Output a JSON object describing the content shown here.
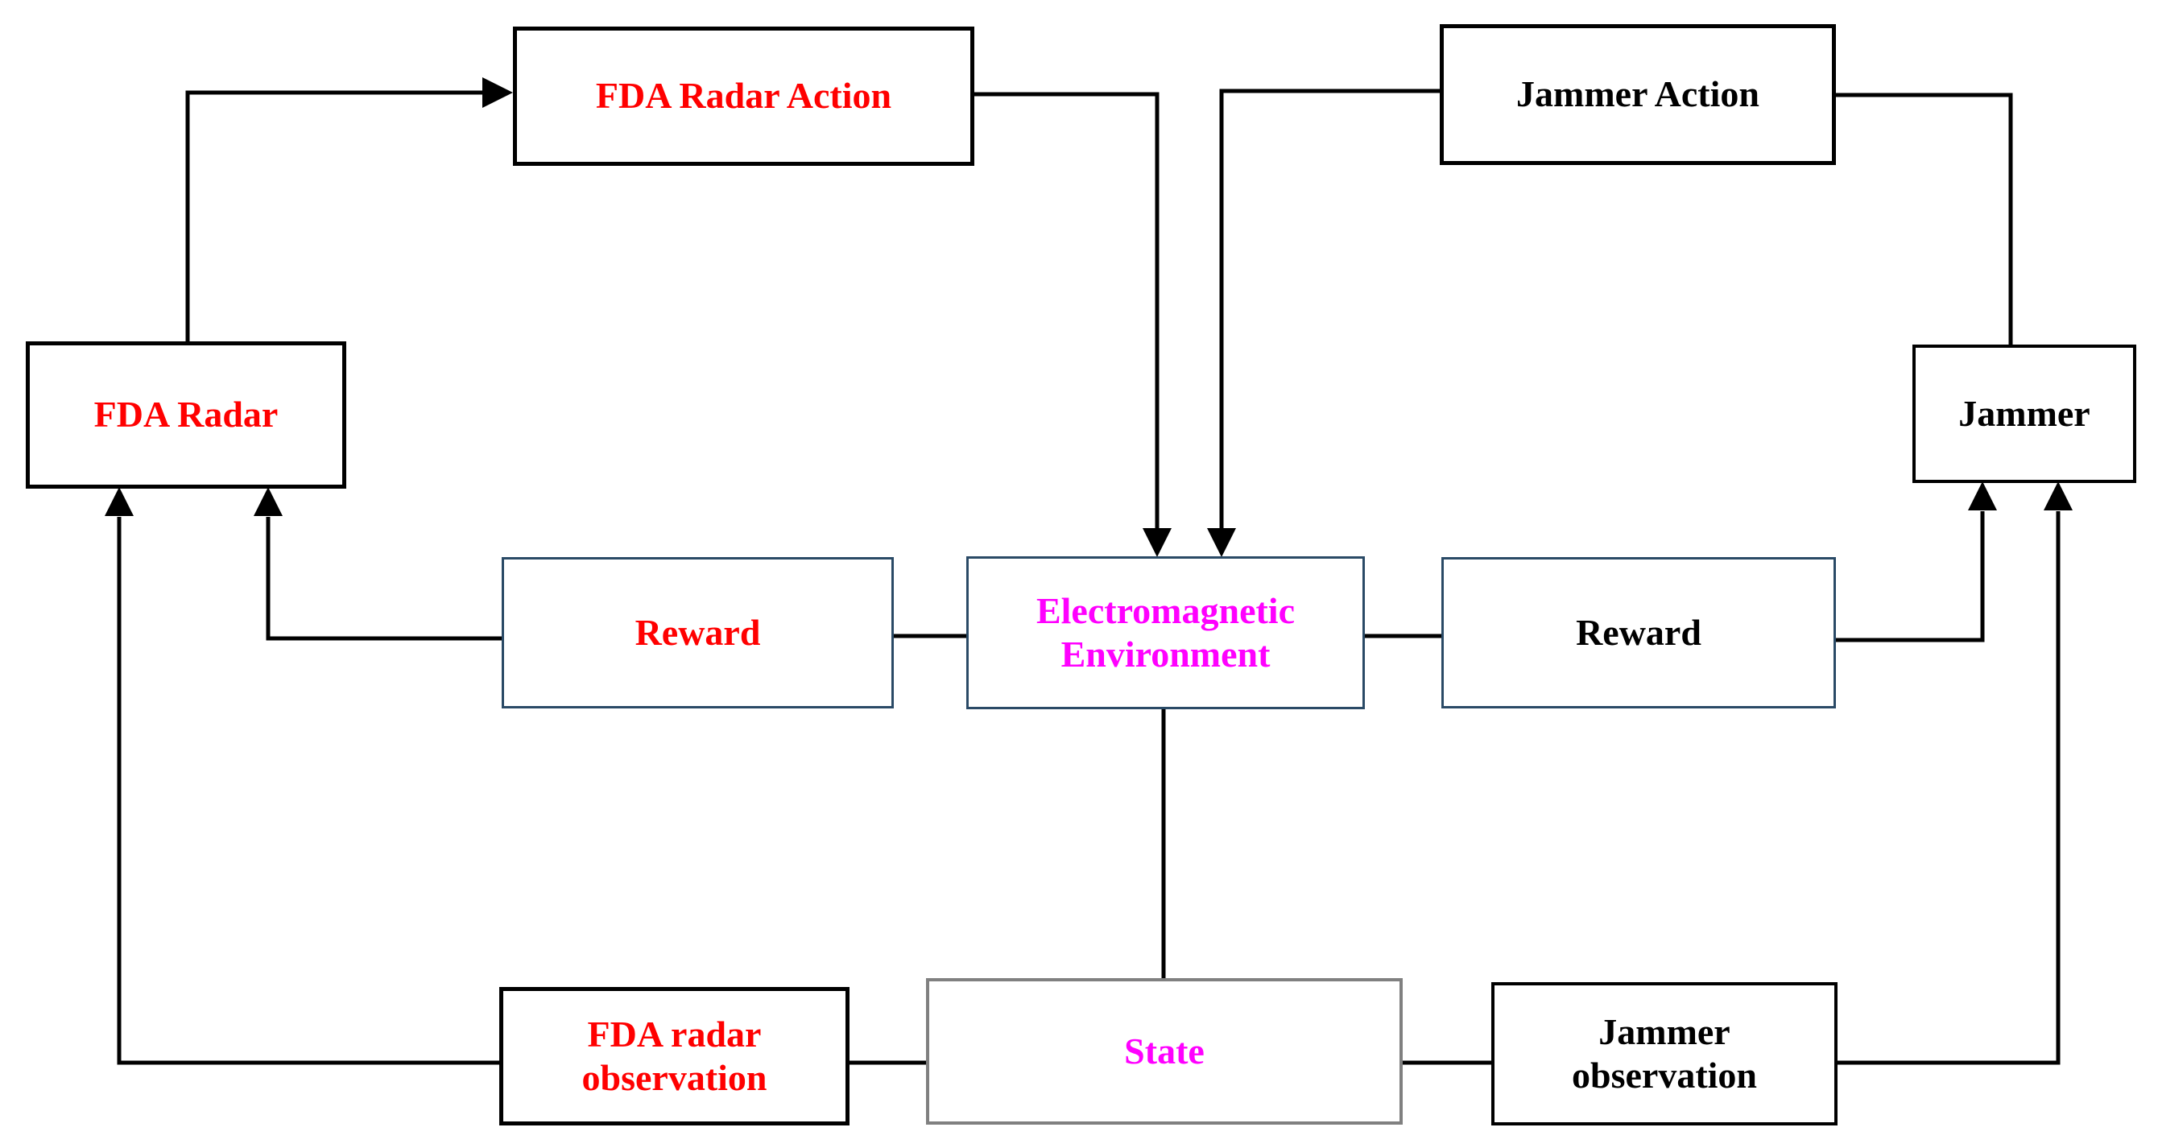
{
  "nodes": {
    "fda_radar_action": {
      "label": "FDA Radar Action",
      "text_color": "#FF0000"
    },
    "jammer_action": {
      "label": "Jammer Action",
      "text_color": "#000000"
    },
    "fda_radar": {
      "label": "FDA Radar",
      "text_color": "#FF0000"
    },
    "jammer": {
      "label": "Jammer",
      "text_color": "#000000"
    },
    "reward_left": {
      "label": "Reward",
      "text_color": "#FF0000"
    },
    "em_environment": {
      "label": "Electromagnetic\nEnvironment",
      "text_color": "#FF00FF"
    },
    "reward_right": {
      "label": "Reward",
      "text_color": "#000000"
    },
    "fda_radar_observation": {
      "label": "FDA radar\nobservation",
      "text_color": "#FF0000"
    },
    "state": {
      "label": "State",
      "text_color": "#FF00FF"
    },
    "jammer_observation": {
      "label": "Jammer\nobservation",
      "text_color": "#000000"
    }
  },
  "colors": {
    "background": "#FFFFFF",
    "connector": "#000000",
    "border_black": "#000000",
    "border_navy": "#2A4A66",
    "border_gray": "#808080",
    "text_red": "#FF0000",
    "text_magenta": "#FF00FF",
    "text_black": "#000000"
  }
}
